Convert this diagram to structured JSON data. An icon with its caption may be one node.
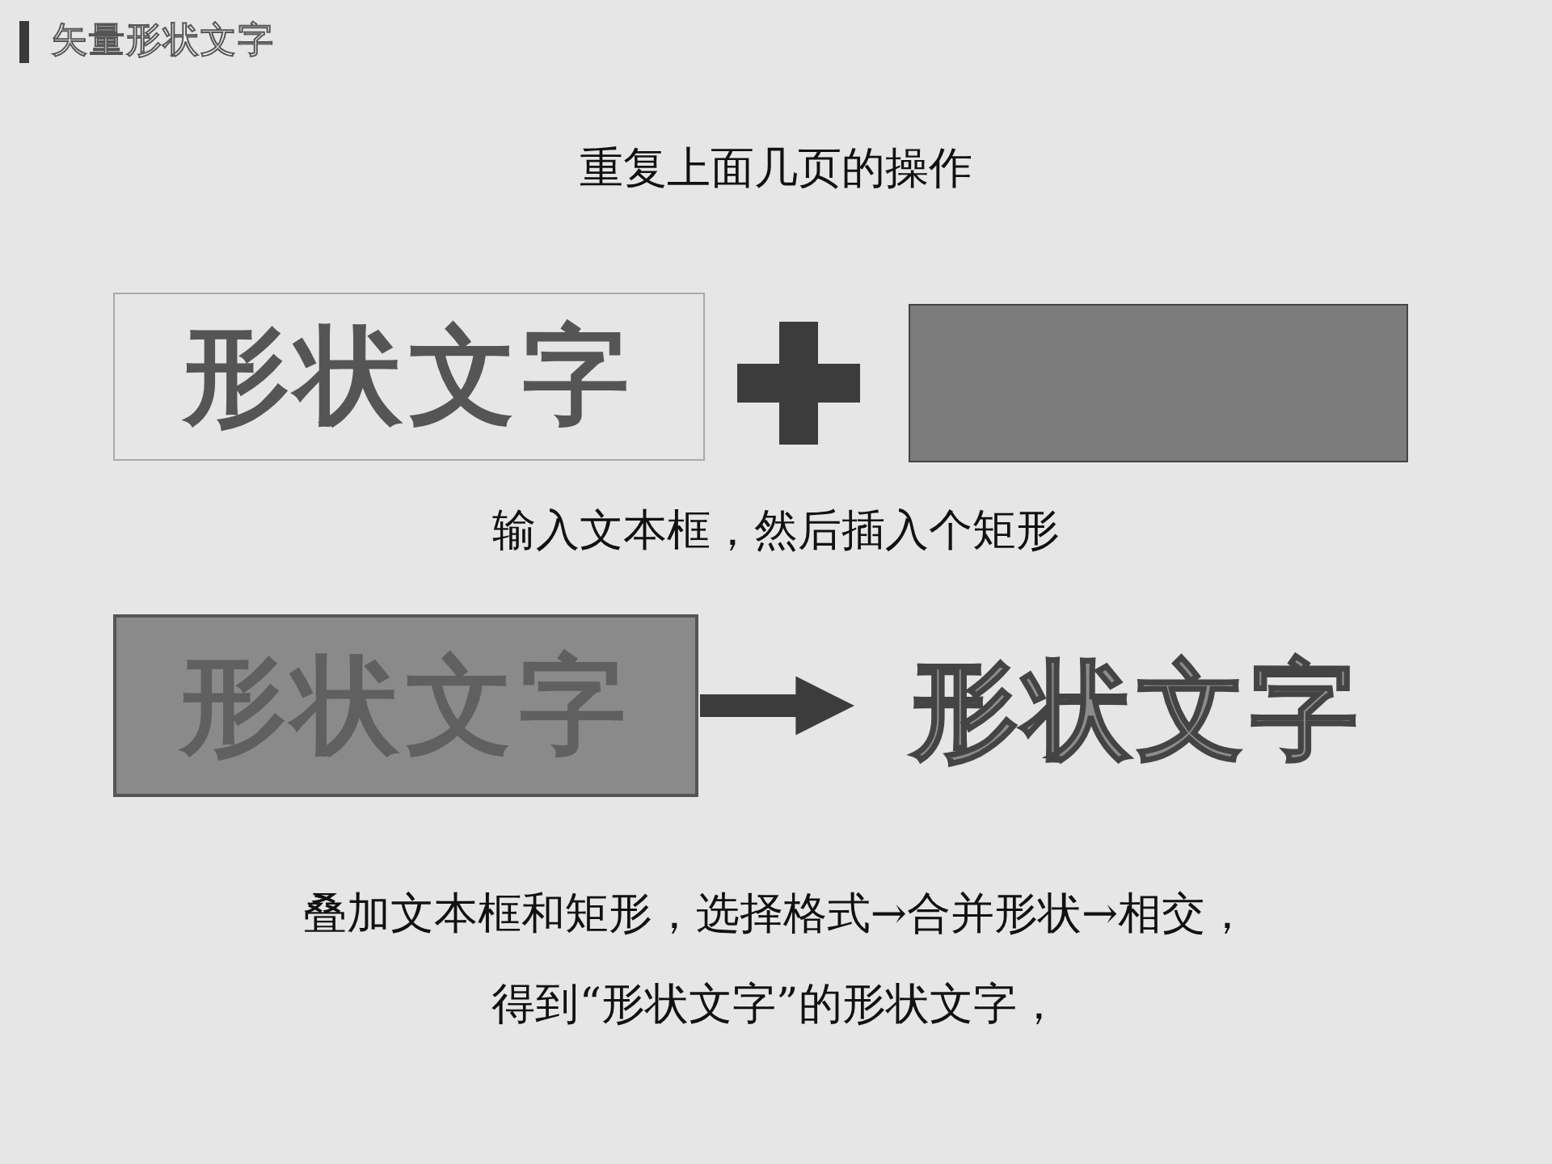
{
  "diagram": {
    "title": "矢量形状文字",
    "nodes": [
      {
        "text": [
          "形状文字"
        ]
      },
      {
        "text": [],
        "shape": "box"
      },
      {
        "text": [
          "形状文字"
        ]
      },
      {
        "text": [
          "形状文字"
        ]
      }
    ],
    "edges": [
      {
        "from": 2,
        "to": 3,
        "arrow": "to"
      }
    ],
    "labels": [
      "重复上面几页的操作",
      "输入文本框，然后插入个矩形",
      "叠加文本框和矩形，选择格式→合并形状→相交，得到“形状文字”的形状文字，"
    ]
  }
}
